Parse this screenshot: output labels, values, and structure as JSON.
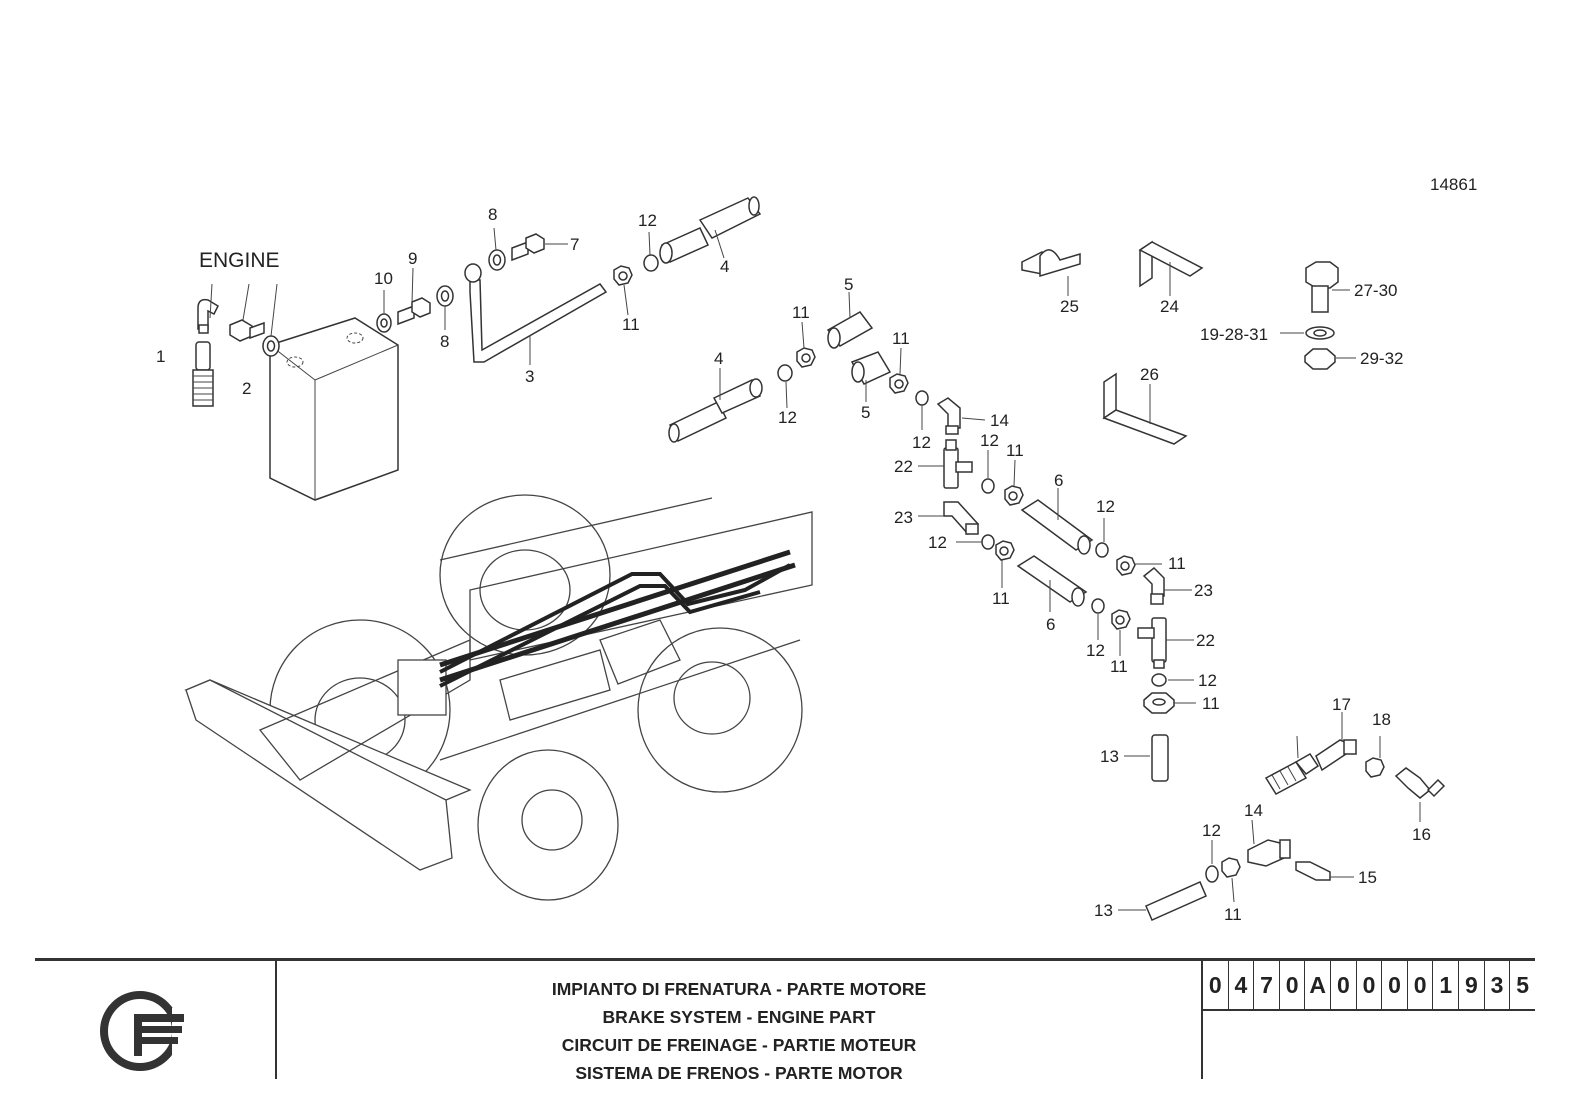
{
  "drawing": {
    "figure_number": "14861",
    "engine_label": "ENGINE",
    "callouts": [
      "1",
      "2",
      "3",
      "4",
      "5",
      "6",
      "7",
      "8",
      "9",
      "10",
      "11",
      "12",
      "13",
      "14",
      "15",
      "16",
      "17",
      "18",
      "19-28-31",
      "22",
      "23",
      "24",
      "25",
      "26",
      "27-30",
      "29-32"
    ]
  },
  "title_block": {
    "logo": "company-logo",
    "titles": [
      "IMPIANTO DI FRENATURA - PARTE MOTORE",
      "BRAKE SYSTEM - ENGINE PART",
      "CIRCUIT DE FREINAGE - PARTIE MOTEUR",
      "SISTEMA DE FRENOS - PARTE MOTOR"
    ],
    "drawing_code": [
      "0",
      "4",
      "7",
      "0",
      "A",
      "0",
      "0",
      "0",
      "0",
      "1",
      "9",
      "3",
      "5"
    ]
  }
}
